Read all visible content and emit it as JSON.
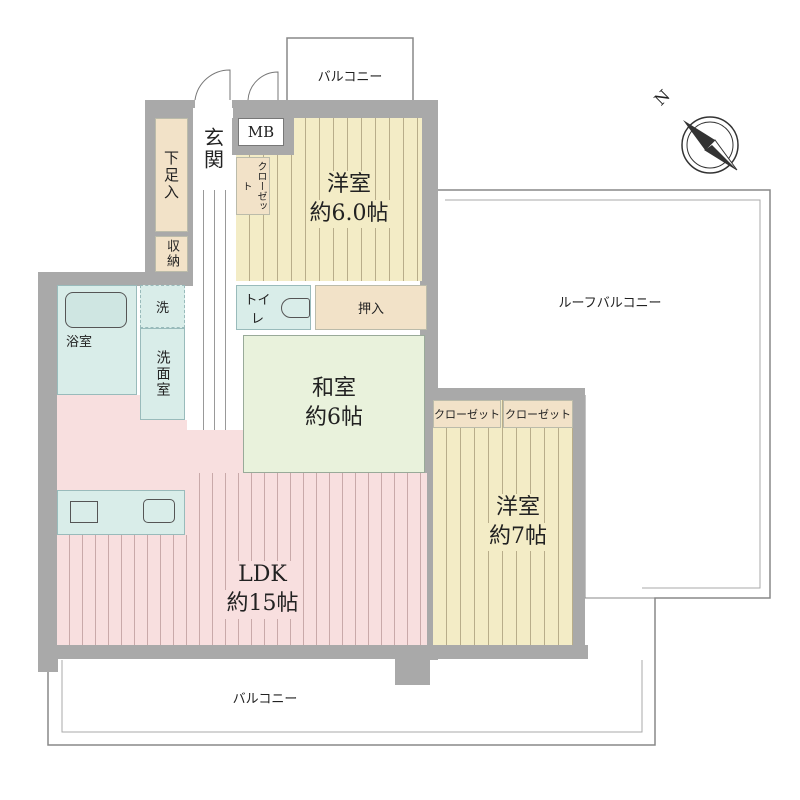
{
  "rooms": {
    "western1": {
      "name": "洋室",
      "size": "約6.0帖"
    },
    "japanese": {
      "name": "和室",
      "size": "約6帖"
    },
    "western2": {
      "name": "洋室",
      "size": "約7帖"
    },
    "ldk": {
      "name": "LDK",
      "size": "約15帖"
    },
    "entrance": "玄関",
    "shoe_storage": "下足入",
    "storage": "収納",
    "mb": "MB",
    "closet_small": "クローゼット",
    "toilet": "トイレ",
    "oshiire": "押入",
    "bath": "浴室",
    "laundry": "洗",
    "washroom": "洗面室",
    "closet_a": "クローゼット",
    "closet_b": "クローゼット"
  },
  "outdoor": {
    "balcony_top": "バルコニー",
    "roof_balcony": "ルーフバルコニー",
    "balcony_bottom": "バルコニー"
  },
  "compass": {
    "label": "N"
  },
  "colors": {
    "wall": "#a9a9a9",
    "western": "#f3ecc6",
    "storage": "#f2e2c8",
    "wet": "#d9ede9",
    "tatami": "#e9f2dc",
    "ldk": "#f8dfdf"
  }
}
